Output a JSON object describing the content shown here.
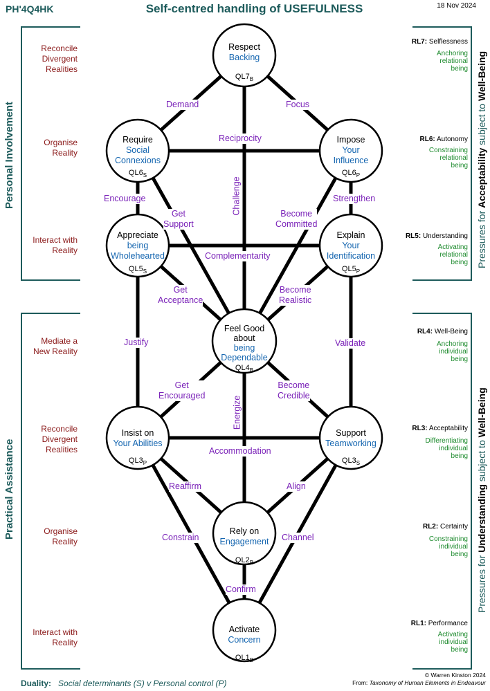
{
  "header": {
    "code": "PH'4Q4HK",
    "title": "Self-centred handling of  USEFULNESS",
    "date": "18 Nov 2024"
  },
  "left_sections": {
    "top": "Personal  Involvement",
    "bottom": "Practical  Assistance"
  },
  "left_levels": [
    "Reconcile\nDivergent\nRealities",
    "Organise\nReality",
    "Interact with\nReality",
    "Mediate a\nNew Reality",
    "Reconcile\nDivergent\nRealities",
    "Organise\nReality",
    "Interact with\nReality"
  ],
  "right_sections": {
    "top_prefix": "Pressures for ",
    "top_a": "Acceptability",
    "top_mid": "  subject to  ",
    "top_b": "Well-Being",
    "bottom_prefix": "Pressures for ",
    "bottom_a": "Understanding",
    "bottom_mid": "  subject to  ",
    "bottom_b": "Well-Being"
  },
  "right_levels": [
    {
      "code": "RL7:",
      "name": " Selflessness",
      "desc": "Anchoring\nrelational\nbeing"
    },
    {
      "code": "RL6:",
      "name": "  Autonomy",
      "desc": "Constraining\nrelational\nbeing"
    },
    {
      "code": "RL5:",
      "name": " Understanding",
      "desc": "Activating\nrelational\nbeing"
    },
    {
      "code": "RL4:",
      "name": "  Well-Being",
      "desc": "Anchoring\nindividual\nbeing"
    },
    {
      "code": "RL3:",
      "name": "  Acceptability",
      "desc": "Differentiating\nindividual\nbeing"
    },
    {
      "code": "RL2:",
      "name": "  Certainty",
      "desc": "Constraining\nindividual\nbeing"
    },
    {
      "code": "RL1:",
      "name": "  Performance",
      "desc": "Activating\nindividual\nbeing"
    }
  ],
  "nodes": {
    "ql7": {
      "a": "Respect",
      "b": "Backing",
      "ql": "QL7",
      "sub": "B"
    },
    "ql6s": {
      "a": "Require",
      "b": "Social\nConnexions",
      "ql": "QL6",
      "sub": "S"
    },
    "ql6p": {
      "a": "Impose",
      "b": "Your\nInfluence",
      "ql": "QL6",
      "sub": "P"
    },
    "ql5s": {
      "a": "Appreciate",
      "b": "being\nWholehearted",
      "ql": "QL5",
      "sub": "S"
    },
    "ql5p": {
      "a": "Explain",
      "b": "Your\nIdentification",
      "ql": "QL5",
      "sub": "P"
    },
    "ql4": {
      "a": "Feel Good\nabout",
      "b": "being\nDependable",
      "ql": "QL4",
      "sub": "B"
    },
    "ql3p": {
      "a": "Insist on",
      "b": "Your Abilities",
      "ql": "QL3",
      "sub": "P"
    },
    "ql3s": {
      "a": "Support",
      "b": "Teamworking",
      "ql": "QL3",
      "sub": "S"
    },
    "ql2": {
      "a": "Rely on",
      "b": "Engagement",
      "ql": "QL2",
      "sub": "B"
    },
    "ql1": {
      "a": "Activate",
      "b": "Concern",
      "ql": "QL1",
      "sub": "B"
    }
  },
  "edges": {
    "demand": "Demand",
    "focus": "Focus",
    "reciprocity": "Reciprocity",
    "challenge": "Challenge",
    "encourage": "Encourage",
    "strengthen": "Strengthen",
    "get_support": "Get\nSupport",
    "become_committed": "Become\nCommitted",
    "complementarity": "Complementarity",
    "get_acceptance": "Get\nAcceptance",
    "become_realistic": "Become\nRealistic",
    "justify": "Justify",
    "validate": "Validate",
    "get_encouraged": "Get\nEncouraged",
    "become_credible": "Become\nCredible",
    "energize": "Energize",
    "accommodation": "Accommodation",
    "reaffirm": "Reaffirm",
    "align": "Align",
    "constrain": "Constrain",
    "channel": "Channel",
    "confirm": "Confirm"
  },
  "footer": {
    "duality_label": "Duality:",
    "duality_text": "Social determinants (S)  v   Personal control (P)",
    "copyright": "© Warren Kinston  2024",
    "from_label": "From: ",
    "from_text": "Taxonomy of Human Elements in Endeavour"
  },
  "colors": {
    "teal": "#1d5b5b",
    "maroon": "#8b1a1a",
    "green": "#1e8b2e",
    "blue": "#1566b0",
    "purple": "#7a22b8"
  }
}
